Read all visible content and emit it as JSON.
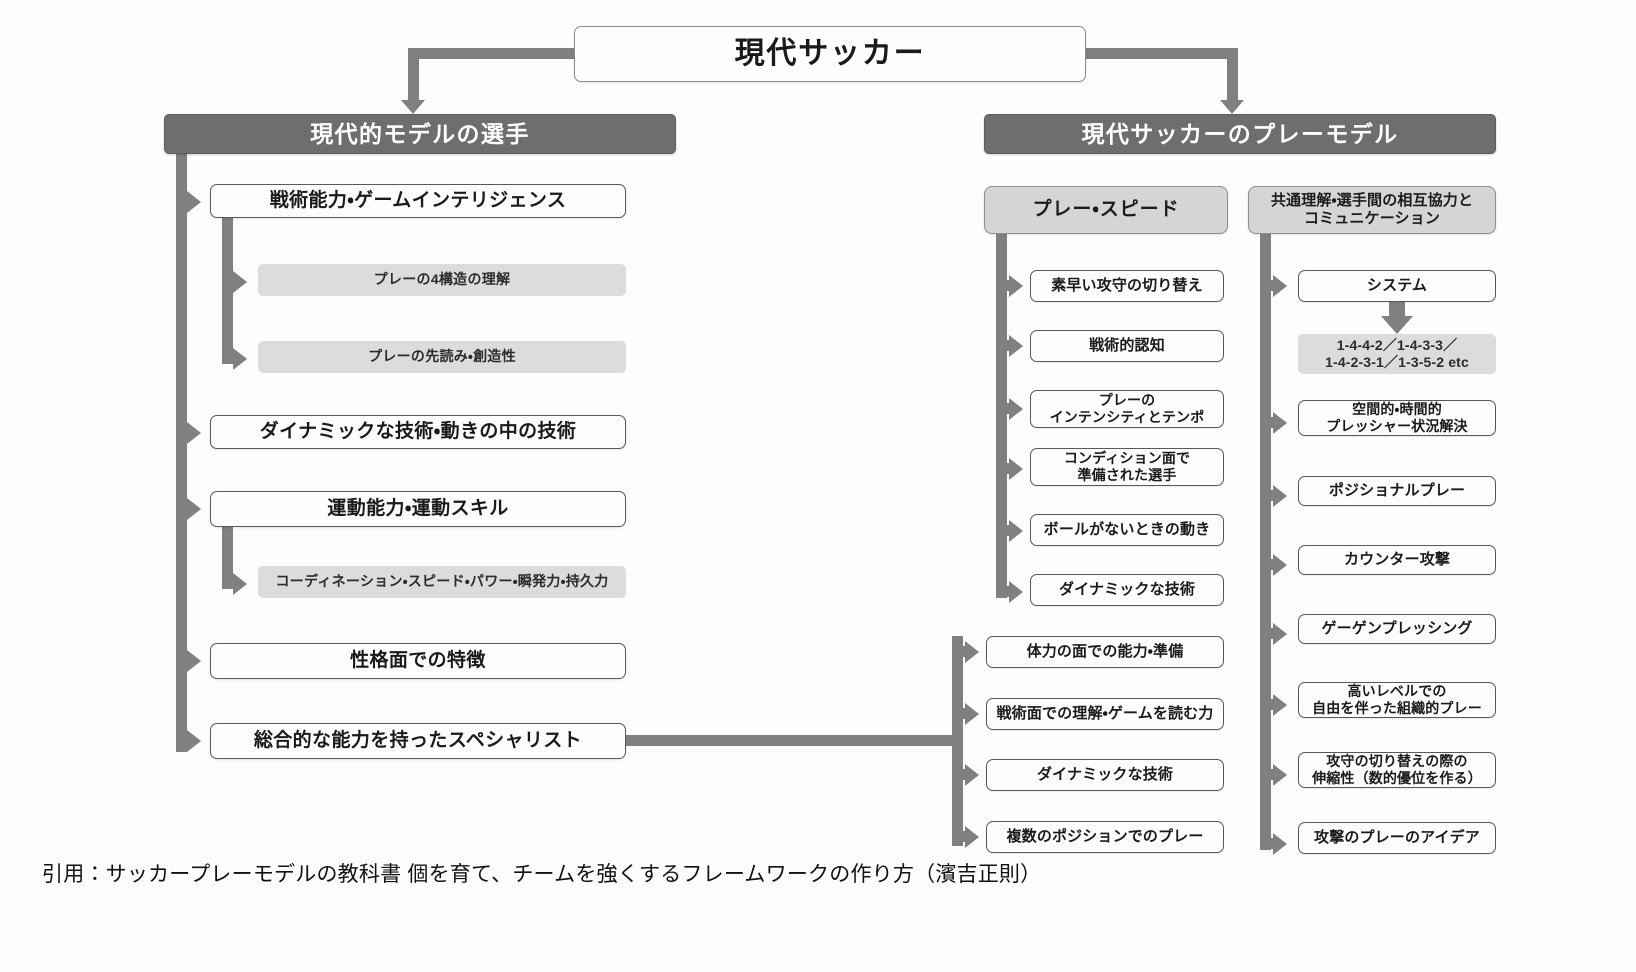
{
  "root": {
    "title": "現代サッカー"
  },
  "headers": {
    "left": "現代的モデルの選手",
    "right": "現代サッカーのプレーモデル"
  },
  "left_column": {
    "items": [
      {
        "label": "戦術能力・ゲームインテリジェンス",
        "style": "white"
      },
      {
        "label": "プレーの4構造の理解",
        "style": "grey"
      },
      {
        "label": "プレーの先読み・創造性",
        "style": "grey"
      },
      {
        "label": "ダイナミックな技術・動きの中の技術",
        "style": "white"
      },
      {
        "label": "運動能力・運動スキル",
        "style": "white"
      },
      {
        "label": "コーディネーション・スピード・パワー・瞬発力・持久力",
        "style": "grey"
      },
      {
        "label": "性格面での特徴",
        "style": "white"
      },
      {
        "label": "総合的な能力を持ったスペシャリスト",
        "style": "white"
      }
    ]
  },
  "middle_column": {
    "head": "プレー・スピード",
    "items": [
      {
        "label": "素早い攻守の切り替え"
      },
      {
        "label": "戦術的認知"
      },
      {
        "label": "プレーの\nインテンシティとテンポ"
      },
      {
        "label": "コンディション面で\n準備された選手"
      },
      {
        "label": "ボールがないときの動き"
      },
      {
        "label": "ダイナミックな技術"
      }
    ],
    "specialist_items": [
      {
        "label": "体力の面での能力・準備"
      },
      {
        "label": "戦術面での理解・ゲームを読む力"
      },
      {
        "label": "ダイナミックな技術"
      },
      {
        "label": "複数のポジションでのプレー"
      }
    ]
  },
  "right_column": {
    "head": "共通理解・選手間の相互協力と\nコミュニケーション",
    "items": [
      {
        "label": "システム"
      },
      {
        "label": "1-4-4-2／1-4-3-3／\n1-4-2-3-1／1-3-5-2 etc",
        "style": "chip"
      },
      {
        "label": "空間的・時間的\nプレッシャー状況解決"
      },
      {
        "label": "ポジショナルプレー"
      },
      {
        "label": "カウンター攻撃"
      },
      {
        "label": "ゲーゲンプレッシング"
      },
      {
        "label": "高いレベルでの\n自由を伴った組織的プレー"
      },
      {
        "label": "攻守の切り替えの際の\n伸縮性（数的優位を作る）"
      },
      {
        "label": "攻撃のプレーのアイデア"
      }
    ]
  },
  "caption": {
    "text": "引用：サッカープレーモデルの教科書 個を育て、チームを強くするフレームワークの作り方（濱吉正則）"
  },
  "colors": {
    "header_fill": "#6e6e6e",
    "connector": "#808080",
    "grey_fill": "#dcdcdc",
    "box_border": "#585858"
  }
}
